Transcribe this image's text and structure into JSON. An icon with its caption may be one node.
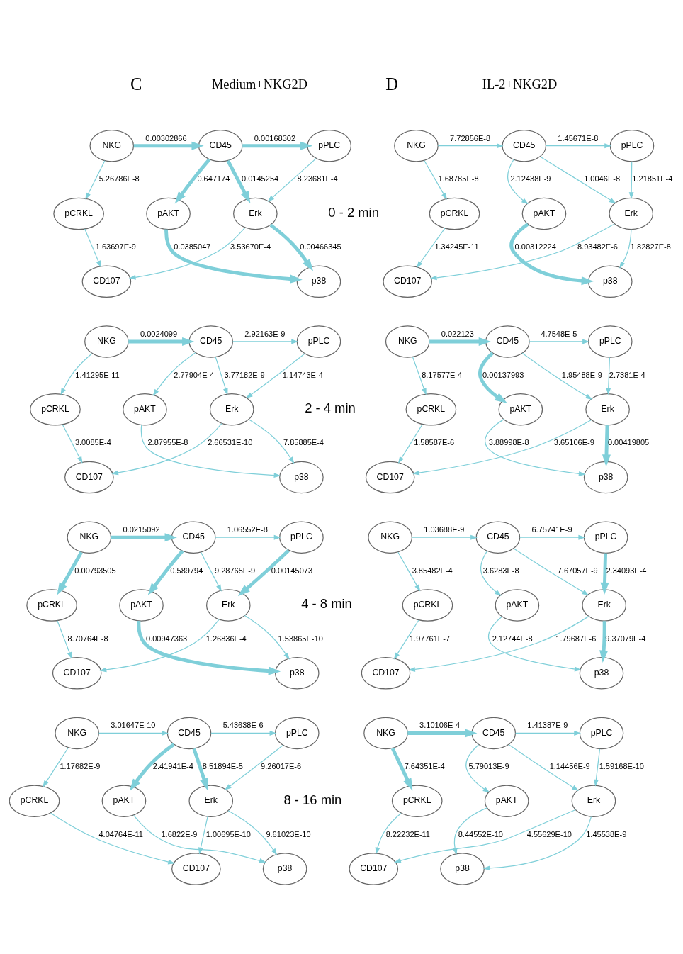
{
  "diagram": {
    "nodes": [
      {
        "text": [
          "NKG"
        ]
      },
      {
        "text": [
          "CD45"
        ]
      },
      {
        "text": [
          "pPLC"
        ]
      },
      {
        "text": [
          "pCRKL"
        ]
      },
      {
        "text": [
          "pAKT"
        ]
      },
      {
        "text": [
          "Erk"
        ]
      },
      {
        "text": [
          "CD107"
        ]
      },
      {
        "text": [
          "p38"
        ]
      },
      {
        "text": [
          "NKG"
        ]
      },
      {
        "text": [
          "CD45"
        ]
      },
      {
        "text": [
          "pPLC"
        ]
      },
      {
        "text": [
          "pCRKL"
        ]
      },
      {
        "text": [
          "pAKT"
        ]
      },
      {
        "text": [
          "Erk"
        ]
      },
      {
        "text": [
          "CD107"
        ]
      },
      {
        "text": [
          "p38"
        ]
      },
      {
        "text": [
          "NKG"
        ]
      },
      {
        "text": [
          "CD45"
        ]
      },
      {
        "text": [
          "pPLC"
        ]
      },
      {
        "text": [
          "pCRKL"
        ]
      },
      {
        "text": [
          "pAKT"
        ]
      },
      {
        "text": [
          "Erk"
        ]
      },
      {
        "text": [
          "CD107"
        ]
      },
      {
        "text": [
          "p38"
        ]
      },
      {
        "text": [
          "NKG"
        ]
      },
      {
        "text": [
          "CD45"
        ]
      },
      {
        "text": [
          "pPLC"
        ]
      },
      {
        "text": [
          "pCRKL"
        ]
      },
      {
        "text": [
          "pAKT"
        ]
      },
      {
        "text": [
          "Erk"
        ]
      },
      {
        "text": [
          "CD107"
        ]
      },
      {
        "text": [
          "p38"
        ]
      },
      {
        "text": [
          "NKG"
        ]
      },
      {
        "text": [
          "CD45"
        ]
      },
      {
        "text": [
          "pPLC"
        ]
      },
      {
        "text": [
          "pCRKL"
        ]
      },
      {
        "text": [
          "pAKT"
        ]
      },
      {
        "text": [
          "Erk"
        ]
      },
      {
        "text": [
          "CD107"
        ]
      },
      {
        "text": [
          "p38"
        ]
      },
      {
        "text": [
          "NKG"
        ]
      },
      {
        "text": [
          "CD45"
        ]
      },
      {
        "text": [
          "pPLC"
        ]
      },
      {
        "text": [
          "pCRKL"
        ]
      },
      {
        "text": [
          "pAKT"
        ]
      },
      {
        "text": [
          "Erk"
        ]
      },
      {
        "text": [
          "CD107"
        ]
      },
      {
        "text": [
          "p38"
        ]
      },
      {
        "text": [
          "NKG"
        ]
      },
      {
        "text": [
          "CD45"
        ]
      },
      {
        "text": [
          "pPLC"
        ]
      },
      {
        "text": [
          "pCRKL"
        ]
      },
      {
        "text": [
          "pAKT"
        ]
      },
      {
        "text": [
          "Erk"
        ]
      },
      {
        "text": [
          "CD107"
        ]
      },
      {
        "text": [
          "p38"
        ]
      },
      {
        "text": [
          "NKG"
        ]
      },
      {
        "text": [
          "CD45"
        ]
      },
      {
        "text": [
          "pPLC"
        ]
      },
      {
        "text": [
          "pCRKL"
        ]
      },
      {
        "text": [
          "pAKT"
        ]
      },
      {
        "text": [
          "Erk"
        ]
      },
      {
        "text": [
          "CD107"
        ]
      },
      {
        "text": [
          "p38"
        ]
      }
    ],
    "edges": [
      {
        "from": 0,
        "to": 1,
        "arrow": "to",
        "label": "0.00302866",
        "style": "thick"
      },
      {
        "from": 1,
        "to": 2,
        "arrow": "to",
        "label": "0.00168302",
        "style": "thick"
      },
      {
        "from": 0,
        "to": 3,
        "arrow": "to",
        "label": "5.26786E-8"
      },
      {
        "from": 1,
        "to": 4,
        "arrow": "to",
        "label": "0.647174",
        "style": "thick"
      },
      {
        "from": 1,
        "to": 5,
        "arrow": "to",
        "label": "0.0145254",
        "style": "thick"
      },
      {
        "from": 2,
        "to": 5,
        "arrow": "to",
        "label": "8.23681E-4"
      },
      {
        "from": 3,
        "to": 6,
        "arrow": "to",
        "label": "1.63697E-9"
      },
      {
        "from": 5,
        "to": 6,
        "arrow": "to",
        "label": "3.53670E-4"
      },
      {
        "from": 4,
        "to": 7,
        "arrow": "to",
        "label": "0.0385047",
        "style": "thick"
      },
      {
        "from": 5,
        "to": 7,
        "arrow": "to",
        "label": "0.00466345",
        "style": "thick"
      },
      {
        "from": 8,
        "to": 9,
        "arrow": "to",
        "label": "7.72856E-8"
      },
      {
        "from": 9,
        "to": 10,
        "arrow": "to",
        "label": "1.45671E-8"
      },
      {
        "from": 8,
        "to": 11,
        "arrow": "to",
        "label": "1.68785E-8"
      },
      {
        "from": 9,
        "to": 12,
        "arrow": "to",
        "label": "2.12438E-9"
      },
      {
        "from": 9,
        "to": 13,
        "arrow": "to",
        "label": "1.0046E-8"
      },
      {
        "from": 10,
        "to": 13,
        "arrow": "to",
        "label": "1.21851E-4"
      },
      {
        "from": 11,
        "to": 14,
        "arrow": "to",
        "label": "1.34245E-11"
      },
      {
        "from": 13,
        "to": 14,
        "arrow": "to",
        "label": "8.93482E-6"
      },
      {
        "from": 12,
        "to": 15,
        "arrow": "to",
        "label": "0.00312224",
        "style": "thick"
      },
      {
        "from": 13,
        "to": 15,
        "arrow": "to",
        "label": "1.82827E-8"
      },
      {
        "from": 16,
        "to": 17,
        "arrow": "to",
        "label": "0.0024099",
        "style": "thick"
      },
      {
        "from": 17,
        "to": 18,
        "arrow": "to",
        "label": "2.92163E-9"
      },
      {
        "from": 16,
        "to": 19,
        "arrow": "to",
        "label": "1.41295E-11"
      },
      {
        "from": 17,
        "to": 20,
        "arrow": "to",
        "label": "2.77904E-4"
      },
      {
        "from": 17,
        "to": 21,
        "arrow": "to",
        "label": "3.77182E-9"
      },
      {
        "from": 18,
        "to": 21,
        "arrow": "to",
        "label": "1.14743E-4"
      },
      {
        "from": 19,
        "to": 22,
        "arrow": "to",
        "label": "3.0085E-4"
      },
      {
        "from": 21,
        "to": 22,
        "arrow": "to",
        "label": "2.66531E-10"
      },
      {
        "from": 20,
        "to": 23,
        "arrow": "to",
        "label": "2.87955E-8"
      },
      {
        "from": 21,
        "to": 23,
        "arrow": "to",
        "label": "7.85885E-4"
      },
      {
        "from": 24,
        "to": 25,
        "arrow": "to",
        "label": "0.022123",
        "style": "thick"
      },
      {
        "from": 25,
        "to": 26,
        "arrow": "to",
        "label": "4.7548E-5"
      },
      {
        "from": 24,
        "to": 27,
        "arrow": "to",
        "label": "8.17577E-4"
      },
      {
        "from": 25,
        "to": 28,
        "arrow": "to",
        "label": "0.00137993",
        "style": "thick"
      },
      {
        "from": 25,
        "to": 29,
        "arrow": "to",
        "label": "1.95488E-9"
      },
      {
        "from": 26,
        "to": 29,
        "arrow": "to",
        "label": "2.7381E-4"
      },
      {
        "from": 27,
        "to": 30,
        "arrow": "to",
        "label": "1.58587E-6"
      },
      {
        "from": 29,
        "to": 30,
        "arrow": "to",
        "label": "3.65106E-9"
      },
      {
        "from": 28,
        "to": 31,
        "arrow": "to",
        "label": "3.88998E-8"
      },
      {
        "from": 29,
        "to": 31,
        "arrow": "to",
        "label": "0.00419805",
        "style": "thick"
      },
      {
        "from": 32,
        "to": 33,
        "arrow": "to",
        "label": "0.0215092",
        "style": "thick"
      },
      {
        "from": 33,
        "to": 34,
        "arrow": "to",
        "label": "1.06552E-8"
      },
      {
        "from": 32,
        "to": 35,
        "arrow": "to",
        "label": "0.00793505",
        "style": "thick"
      },
      {
        "from": 33,
        "to": 36,
        "arrow": "to",
        "label": "0.589794",
        "style": "thick"
      },
      {
        "from": 33,
        "to": 37,
        "arrow": "to",
        "label": "9.28765E-9"
      },
      {
        "from": 34,
        "to": 37,
        "arrow": "to",
        "label": "0.00145073",
        "style": "thick"
      },
      {
        "from": 35,
        "to": 38,
        "arrow": "to",
        "label": "8.70764E-8"
      },
      {
        "from": 37,
        "to": 38,
        "arrow": "to",
        "label": "1.26836E-4"
      },
      {
        "from": 36,
        "to": 39,
        "arrow": "to",
        "label": "0.00947363",
        "style": "thick"
      },
      {
        "from": 37,
        "to": 39,
        "arrow": "to",
        "label": "1.53865E-10"
      },
      {
        "from": 40,
        "to": 41,
        "arrow": "to",
        "label": "1.03688E-9"
      },
      {
        "from": 41,
        "to": 42,
        "arrow": "to",
        "label": "6.75741E-9"
      },
      {
        "from": 40,
        "to": 43,
        "arrow": "to",
        "label": "3.85482E-4"
      },
      {
        "from": 41,
        "to": 44,
        "arrow": "to",
        "label": "3.6283E-8"
      },
      {
        "from": 41,
        "to": 45,
        "arrow": "to",
        "label": "7.67057E-9"
      },
      {
        "from": 42,
        "to": 45,
        "arrow": "to",
        "label": "2.34093E-4",
        "style": "thick"
      },
      {
        "from": 43,
        "to": 46,
        "arrow": "to",
        "label": "1.97761E-7"
      },
      {
        "from": 45,
        "to": 46,
        "arrow": "to",
        "label": "1.79687E-6"
      },
      {
        "from": 44,
        "to": 47,
        "arrow": "to",
        "label": "2.12744E-8"
      },
      {
        "from": 45,
        "to": 47,
        "arrow": "to",
        "label": "9.37079E-4",
        "style": "thick"
      },
      {
        "from": 48,
        "to": 49,
        "arrow": "to",
        "label": "3.01647E-10"
      },
      {
        "from": 49,
        "to": 50,
        "arrow": "to",
        "label": "5.43638E-6"
      },
      {
        "from": 48,
        "to": 51,
        "arrow": "to",
        "label": "1.17682E-9"
      },
      {
        "from": 49,
        "to": 52,
        "arrow": "to",
        "label": "2.41941E-4",
        "style": "thick"
      },
      {
        "from": 49,
        "to": 53,
        "arrow": "to",
        "label": "8.51894E-5",
        "style": "thick"
      },
      {
        "from": 50,
        "to": 53,
        "arrow": "to",
        "label": "9.26017E-6"
      },
      {
        "from": 51,
        "to": 54,
        "arrow": "to",
        "label": "4.04764E-11"
      },
      {
        "from": 53,
        "to": 54,
        "arrow": "to",
        "label": "1.00695E-10"
      },
      {
        "from": 52,
        "to": 55,
        "arrow": "to",
        "label": "1.6822E-9"
      },
      {
        "from": 53,
        "to": 55,
        "arrow": "to",
        "label": "9.61023E-10"
      },
      {
        "from": 56,
        "to": 57,
        "arrow": "to",
        "label": "3.10106E-4",
        "style": "thick"
      },
      {
        "from": 57,
        "to": 58,
        "arrow": "to",
        "label": "1.41387E-9"
      },
      {
        "from": 56,
        "to": 59,
        "arrow": "to",
        "label": "7.64351E-4",
        "style": "thick"
      },
      {
        "from": 57,
        "to": 60,
        "arrow": "to",
        "label": "5.79013E-9"
      },
      {
        "from": 57,
        "to": 61,
        "arrow": "to",
        "label": "1.14456E-9"
      },
      {
        "from": 58,
        "to": 61,
        "arrow": "to",
        "label": "1.59168E-10"
      },
      {
        "from": 59,
        "to": 62,
        "arrow": "to",
        "label": "8.22232E-11"
      },
      {
        "from": 61,
        "to": 62,
        "arrow": "to",
        "label": "4.55629E-10"
      },
      {
        "from": 60,
        "to": 63,
        "arrow": "to",
        "label": "8.44552E-10"
      },
      {
        "from": 61,
        "to": 63,
        "arrow": "to",
        "label": "1.45538E-9"
      }
    ],
    "labels": [
      "C",
      "Medium+NKG2D",
      "D",
      "IL-2+NKG2D",
      "0 - 2 min",
      "2 - 4 min",
      "4 - 8 min",
      "8 - 16 min"
    ]
  }
}
